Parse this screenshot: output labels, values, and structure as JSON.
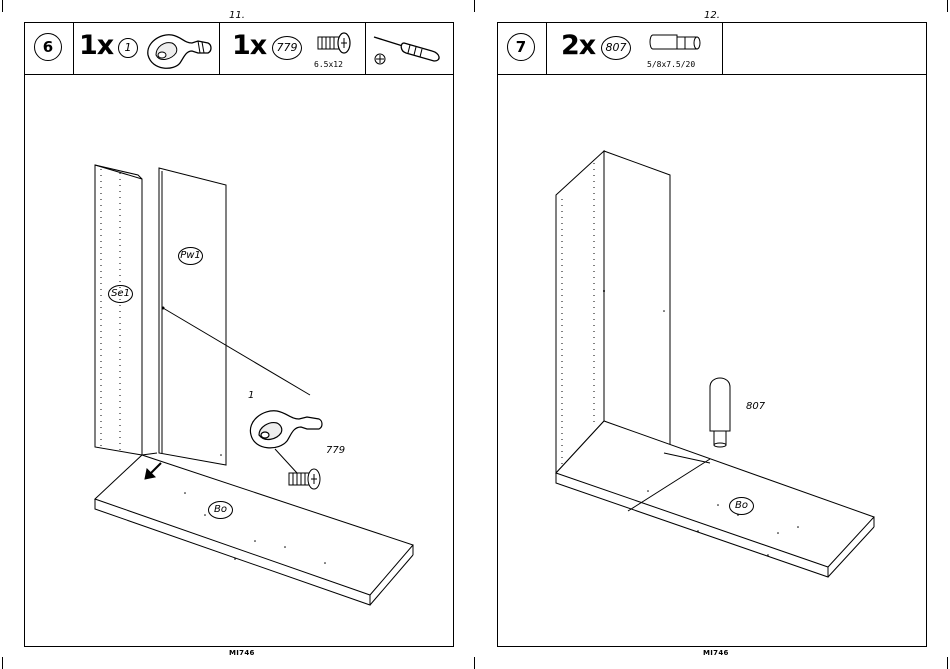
{
  "left_page": {
    "page_number": "11.",
    "step": "6",
    "parts": [
      {
        "qty": "1x",
        "ref": "1",
        "icon": "cam-fitting"
      },
      {
        "qty": "1x",
        "ref": "779",
        "spec": "6.5x12",
        "icon": "screw"
      }
    ],
    "tool_icon": "screwdriver-phillips",
    "labels": {
      "panel_a": "Pw1",
      "panel_b": "Se1",
      "panel_c": "Bo",
      "callout_a": "1",
      "callout_b": "779"
    },
    "footer": "MI746"
  },
  "right_page": {
    "page_number": "12.",
    "step": "7",
    "parts": [
      {
        "qty": "2x",
        "ref": "807",
        "spec": "5/8x7.5/20",
        "icon": "dowel-pin"
      }
    ],
    "labels": {
      "panel_c": "Bo",
      "callout_a": "807"
    },
    "footer": "MI746"
  }
}
